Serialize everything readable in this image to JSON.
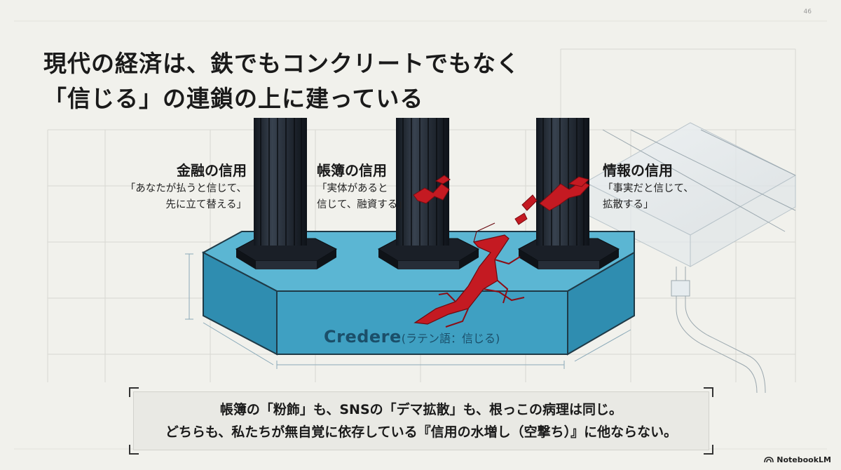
{
  "title": {
    "line1": "現代の経済は、鉄でもコンクリートでもなく",
    "line2": "「信じる」の連鎖の上に建っている"
  },
  "pillars": [
    {
      "heading": "金融の信用",
      "desc": "「あなたが払うと信じて、\n先に立て替える」"
    },
    {
      "heading": "帳簿の信用",
      "desc": "「実体があると\n信じて、融資する」"
    },
    {
      "heading": "情報の信用",
      "desc": "「事実だと信じて、\n拡散する」"
    }
  ],
  "foundation": {
    "label": "Credere",
    "sublabel": "(ラテン語：信じる)"
  },
  "bottom": {
    "line1": "帳簿の「粉飾」も、SNSの「デマ拡散」も、根っこの病理は同じ。",
    "line2": "どちらも、私たちが無自覚に依存している『信用の水増し（空撃ち）』に他ならない。"
  },
  "page_number": "46",
  "brand": "NotebookLM",
  "colors": {
    "background": "#f1f1ec",
    "foundation_top": "#5ab8d6",
    "foundation_front": "#3f9fc1",
    "pillar": "#1e2530",
    "crack": "#c41a22"
  }
}
